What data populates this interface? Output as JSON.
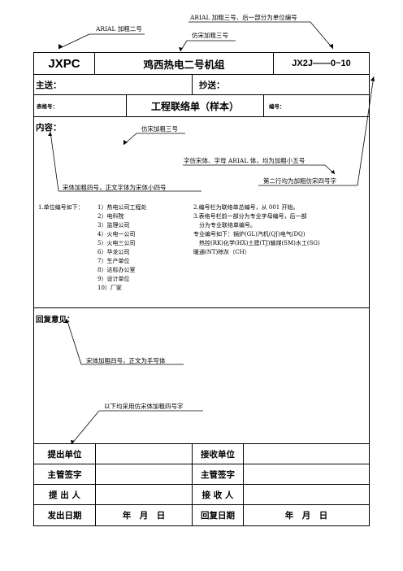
{
  "annotations": {
    "arial_bold2": "ARIAL 加粗二号",
    "arial_bold3_suffix": "ARIAL 加粗三号、后一部分为单位编号",
    "fangsong_bold3_top": "仿宋加粗三号",
    "fangsong_bold3_content": "仿宋加粗三号",
    "body_font_note": "字仿宋体、字母 ARIAL 体，均为加粗小五号",
    "second_row_note": "第二行均为加粗仿宋四号字",
    "songti_note": "宋体加粗四号，正文字体为宋体小四号",
    "reply_note": "宋体加粗四号，正文为手写体",
    "below_note": "以下均采用仿宋体加粗四号字"
  },
  "header": {
    "logo": "JXPC",
    "title": "鸡西热电二号机组",
    "code": "JX2J——0~10"
  },
  "row2": {
    "send_to": "主送：",
    "copy_to": "抄送："
  },
  "row3": {
    "form_no_label": "表格号：",
    "form_title": "工程联络单（样本）",
    "number_label": "编号："
  },
  "content": {
    "label": "内容：",
    "unit_label": "1.单位编号如下：",
    "units": [
      "1）热电公司工程处",
      "2）电科院",
      "3）监理公司",
      "4）火电一公司",
      "5）火电三公司",
      "6）华龙公司",
      "7）生产单位",
      "8）达标办公室",
      "9）设计单位",
      "10）厂家"
    ],
    "rules": [
      "2.编号栏为联络单总编号，从 001 开始。",
      "3.表格号栏前一部分为专业字母编号，后一部",
      "　分为专业联络单编号。",
      "专业编号如下：锅炉(GL)汽机(QJ)电气(DQ)",
      "　热控(RK)化学(HX)土建(TJ)输煤(SM)水工(SG)",
      "暖通(NT)除灰（CH）"
    ]
  },
  "reply": {
    "label": "回复意见："
  },
  "bottom": {
    "rows": [
      {
        "l1": "提出单位",
        "l2": "接收单位"
      },
      {
        "l1": "主管签字",
        "l2": "主管签字"
      },
      {
        "l1": "提 出 人",
        "l2": "接 收 人"
      },
      {
        "l1": "发出日期",
        "v1": "年　月　日",
        "l2": "回复日期",
        "v2": "年　月　日"
      }
    ]
  }
}
